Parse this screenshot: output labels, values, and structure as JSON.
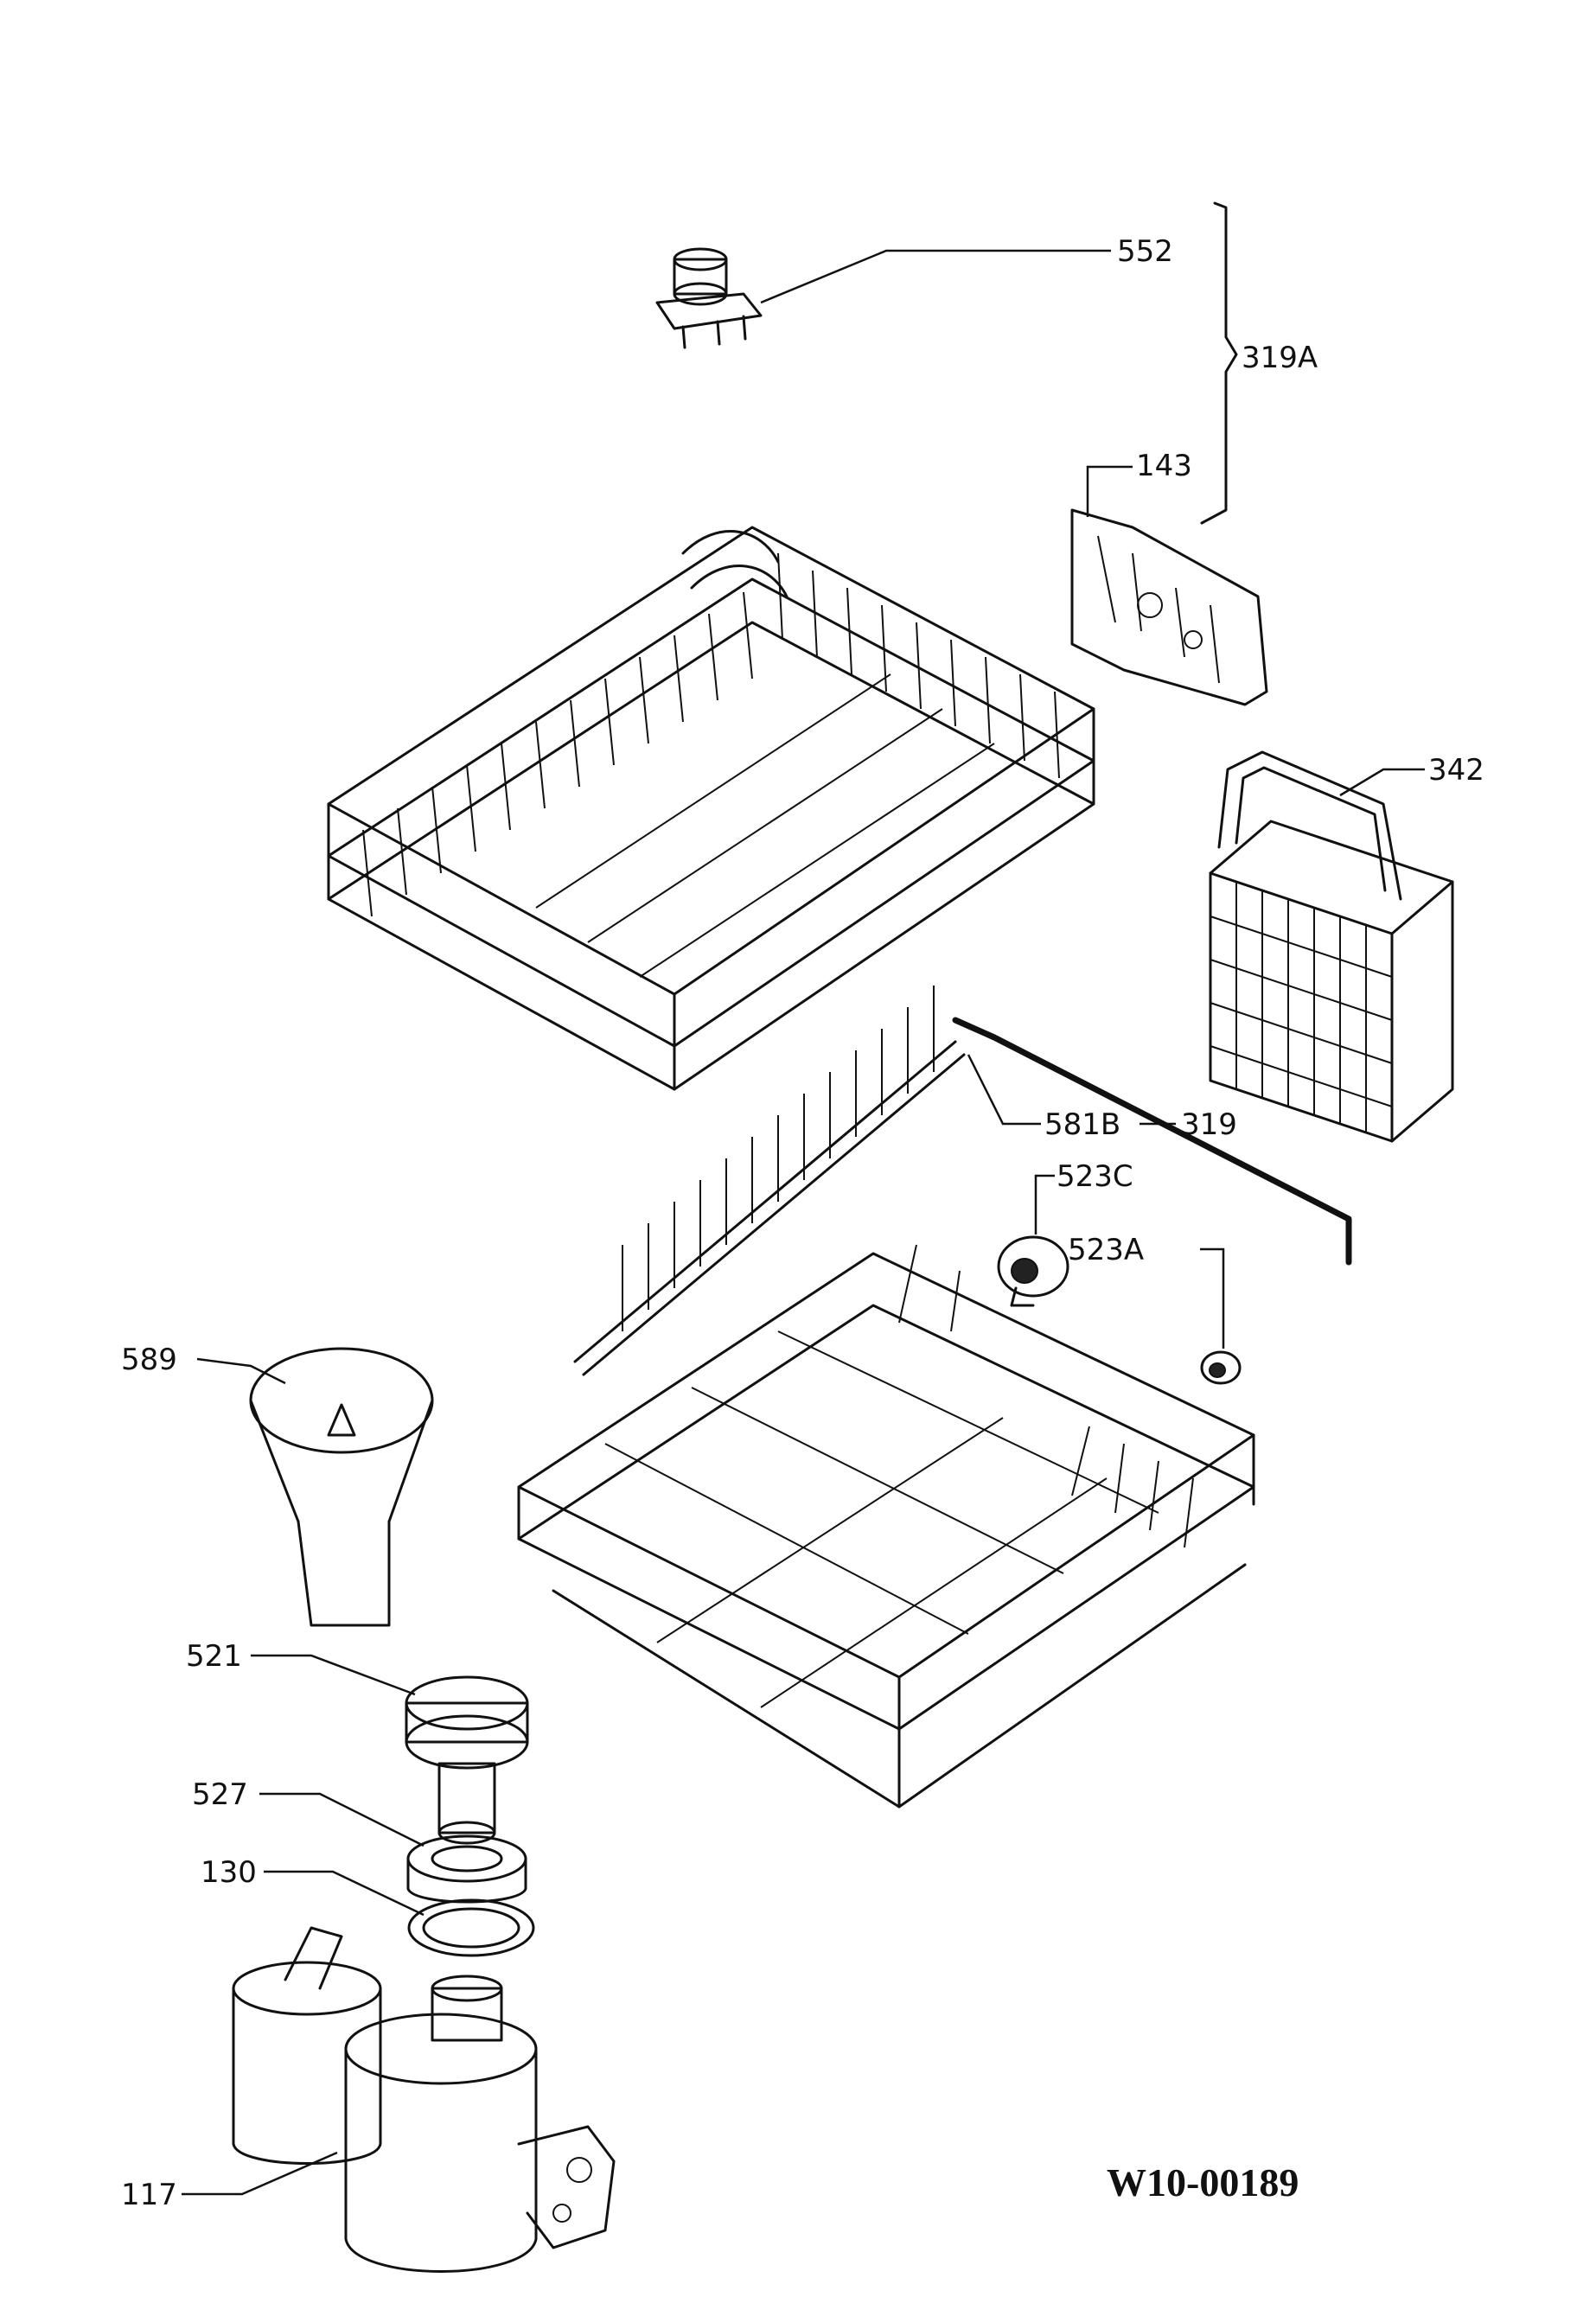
{
  "labels": {
    "p552": "552",
    "p319A": "319A",
    "p143": "143",
    "p342": "342",
    "p581B": "581B",
    "p319": "319",
    "p523C": "523C",
    "p523A": "523A",
    "p589": "589",
    "p521": "521",
    "p527": "527",
    "p130": "130",
    "p117": "117"
  },
  "drawing_code": "W10-00189"
}
